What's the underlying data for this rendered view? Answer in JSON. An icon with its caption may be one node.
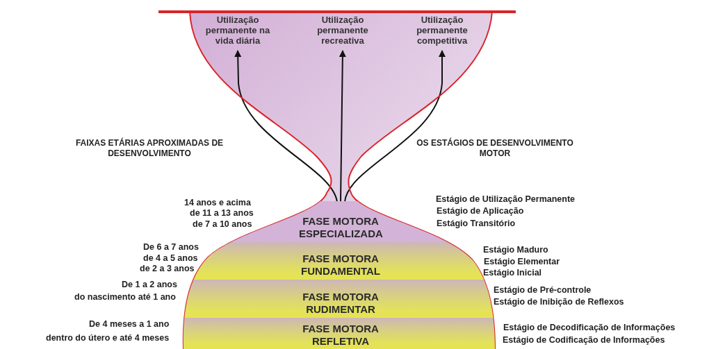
{
  "diagram": {
    "nodes": [
      {
        "text": [
          "FASE MOTORA ESPECIALIZADA"
        ]
      },
      {
        "text": [
          "FASE MOTORA FUNDAMENTAL"
        ]
      },
      {
        "text": [
          "FASE MOTORA RUDIMENTAR"
        ]
      },
      {
        "text": [
          "FASE MOTORA REFLETIVA"
        ]
      },
      {
        "text": [
          "Utilização permanente na vida diária"
        ]
      },
      {
        "text": [
          "Utilização permanente recreativa"
        ]
      },
      {
        "text": [
          "Utilização permanente competitiva"
        ]
      }
    ],
    "edges": [
      {
        "from": 0,
        "to": 4,
        "arrow": "to"
      },
      {
        "from": 0,
        "to": 5,
        "arrow": "to"
      },
      {
        "from": 0,
        "to": 6,
        "arrow": "to"
      }
    ],
    "labels": [
      "FAIXAS ETÁRIAS APROXIMADAS DE DESENVOLVIMENTO",
      "OS ESTÁGIOS DE DESENVOLVIMENTO MOTOR",
      "14 anos e acima",
      "de 11 a 13 anos",
      "de 7 a 10 anos",
      "De 6 a 7 anos",
      "de 4 a 5 anos",
      "de 2 a 3 anos",
      "De 1 a 2 anos",
      "do nascimento até 1 ano",
      "De 4 meses a 1 ano",
      "dentro do útero e até 4 meses",
      "Estágio de Utilização Permanente",
      "Estágio de Aplicação",
      "Estágio Transitório",
      "Estágio Maduro",
      "Estágio Elementar",
      "Estágio Inicial",
      "Estágio de Pré-controle",
      "Estágio de Inibição de Reflexos",
      "Estágio de Decodificação de Informações",
      "Estágio de Codificação de Informações"
    ]
  }
}
